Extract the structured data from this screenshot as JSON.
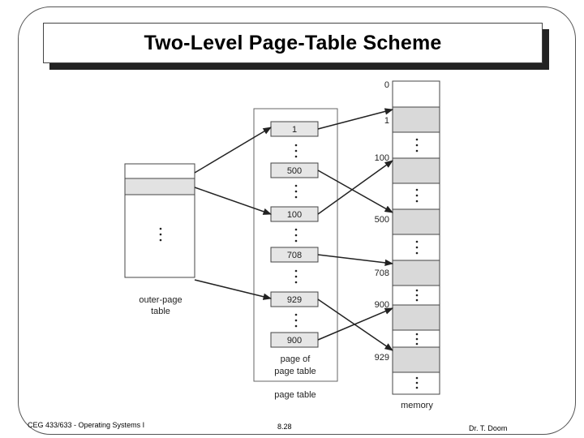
{
  "slide": {
    "title": "Two-Level Page-Table Scheme",
    "footer_left": "CEG 433/633 - Operating Systems I",
    "footer_center": "8.28",
    "footer_right": "Dr. T. Doom"
  },
  "diagram": {
    "outer_page_table_label": [
      "outer-page",
      "table"
    ],
    "page_of_page_table_label": [
      "page of",
      "page table"
    ],
    "page_table_label": "page table",
    "memory_label": "memory",
    "page_table_entries": [
      "1",
      "500",
      "100",
      "708",
      "929",
      "900"
    ],
    "memory_addresses": [
      "0",
      "1",
      "100",
      "500",
      "708",
      "900",
      "929"
    ]
  }
}
